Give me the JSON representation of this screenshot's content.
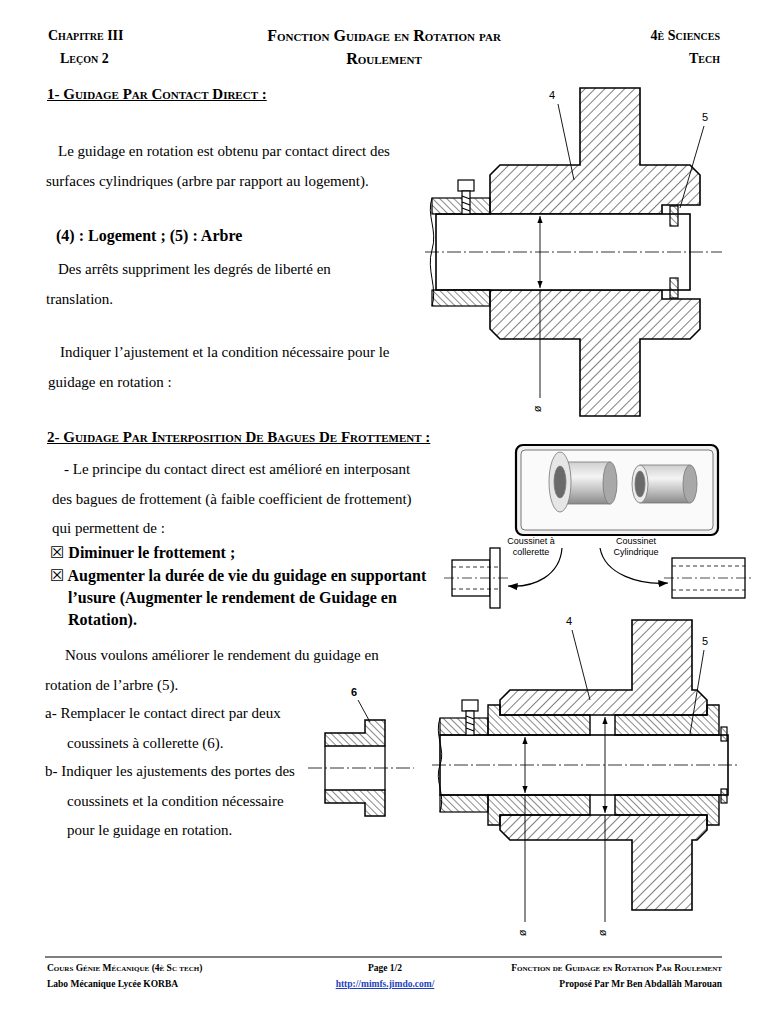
{
  "diagram": {
    "title": "Fonction Guidage en Rotation par Roulement",
    "labels": [
      "Chapitre III",
      "Leçon 2",
      "4è Sciences",
      "Tech",
      "1- Guidage Par Contact Direct :",
      "Le guidage en rotation est obtenu par contact direct des surfaces cylindriques (arbre par rapport au logement).",
      "(4) : Logement ; (5) : Arbre",
      "Des arrêts suppriment les degrés de liberté en translation.",
      "Indiquer l’ajustement et la condition nécessaire pour le guidage en rotation :",
      "4",
      "5",
      "ø",
      "2- Guidage Par Interposition De Bagues De Frottement :",
      "- Le principe du contact direct est amélioré en interposant des bagues de frottement (à faible coefficient de frottement) qui permettent de :",
      "☒ Diminuer le frottement ;",
      "☒ Augmenter la durée de vie du guidage en supportant l’usure (Augmenter le rendement de Guidage en Rotation).",
      "Coussinet à collerette",
      "Coussinet Cylindrique",
      "Nous voulons améliorer le rendement du guidage en rotation de l’arbre (5).",
      "a- Remplacer le contact direct par deux coussinets à collerette (6).",
      "b- Indiquer les ajustements des portes des coussinets et la condition nécessaire pour le guidage en rotation.",
      "6",
      "4",
      "5",
      "ø",
      "ø",
      "Cours Génie Mécanique (4è Sc tech)",
      "Labo Mécanique Lycée KORBA",
      "Page 1/2",
      "http://mimfs.jimdo.com/",
      "Fonction de Guidage en Rotation Par Roulement",
      "Proposé Par Mr Ben Abdallâh Marouan"
    ]
  }
}
